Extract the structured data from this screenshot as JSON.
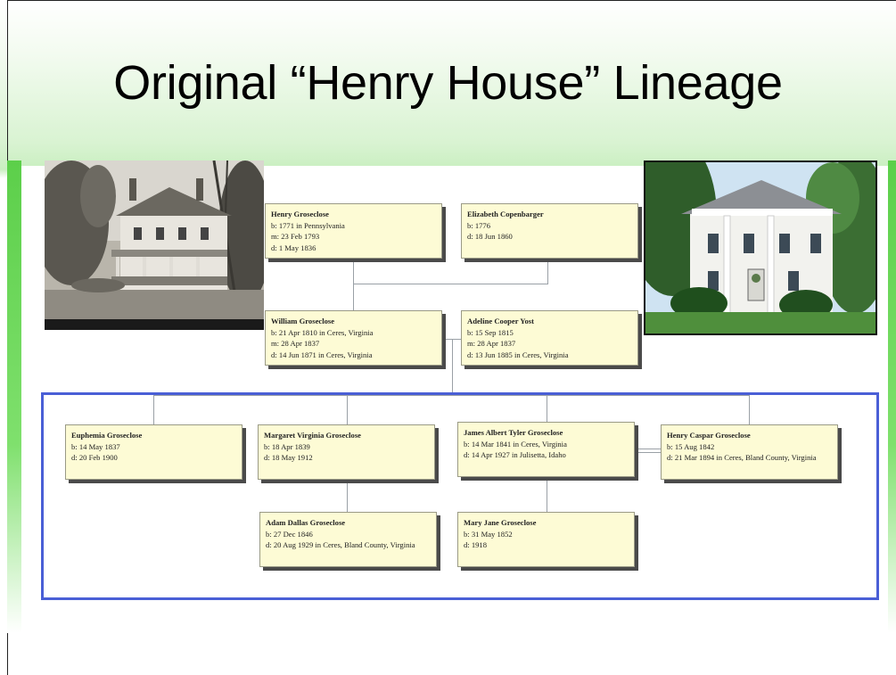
{
  "slide": {
    "title": "Original “Henry House” Lineage"
  },
  "photos": [
    {
      "id": "old-house",
      "description": "black-and-white photo of two-story farmhouse with porch"
    },
    {
      "id": "new-house",
      "description": "color photo of white columned house with green trees"
    }
  ],
  "tree": {
    "generation1": [
      {
        "name": "Henry Groseclose",
        "lines": [
          "b: 1771 in Pennsylvania",
          "m: 23 Feb 1793",
          "d: 1 May 1836"
        ]
      },
      {
        "name": "Elizabeth Copenbarger",
        "lines": [
          "b: 1776",
          "d: 18 Jun 1860"
        ]
      }
    ],
    "generation2": [
      {
        "name": "William Groseclose",
        "lines": [
          "b: 21 Apr 1810 in Ceres, Virginia",
          "m: 28 Apr 1837",
          "d: 14 Jun 1871 in Ceres, Virginia"
        ]
      },
      {
        "name": "Adeline Cooper Yost",
        "lines": [
          "b: 15 Sep 1815",
          "m: 28 Apr 1837",
          "d: 13 Jun 1885 in Ceres, Virginia"
        ]
      }
    ],
    "children": [
      {
        "name": "Euphemia Groseclose",
        "lines": [
          "b: 14 May 1837",
          "d: 20 Feb 1900"
        ]
      },
      {
        "name": "Margaret Virginia Groseclose",
        "lines": [
          "b: 18 Apr 1839",
          "d: 18 May 1912"
        ]
      },
      {
        "name": "James Albert Tyler Groseclose",
        "lines": [
          "b: 14 Mar 1841 in Ceres, Virginia",
          "d: 14 Apr 1927 in Julisetta, Idaho"
        ]
      },
      {
        "name": "Henry Caspar Groseclose",
        "lines": [
          "b: 15 Aug 1842",
          "d: 21 Mar 1894 in Ceres, Bland County, Virginia"
        ]
      },
      {
        "name": "Adam Dallas Groseclose",
        "lines": [
          "b: 27 Dec 1846",
          "d: 20 Aug 1929 in Ceres, Bland County, Virginia"
        ]
      },
      {
        "name": "Mary Jane Groseclose",
        "lines": [
          "b: 31 May 1852",
          "d: 1918"
        ]
      }
    ]
  },
  "colors": {
    "box_fill": "#fdfbd5",
    "frame_blue": "#4a5fd6",
    "accent_green": "#5ccf4a"
  }
}
